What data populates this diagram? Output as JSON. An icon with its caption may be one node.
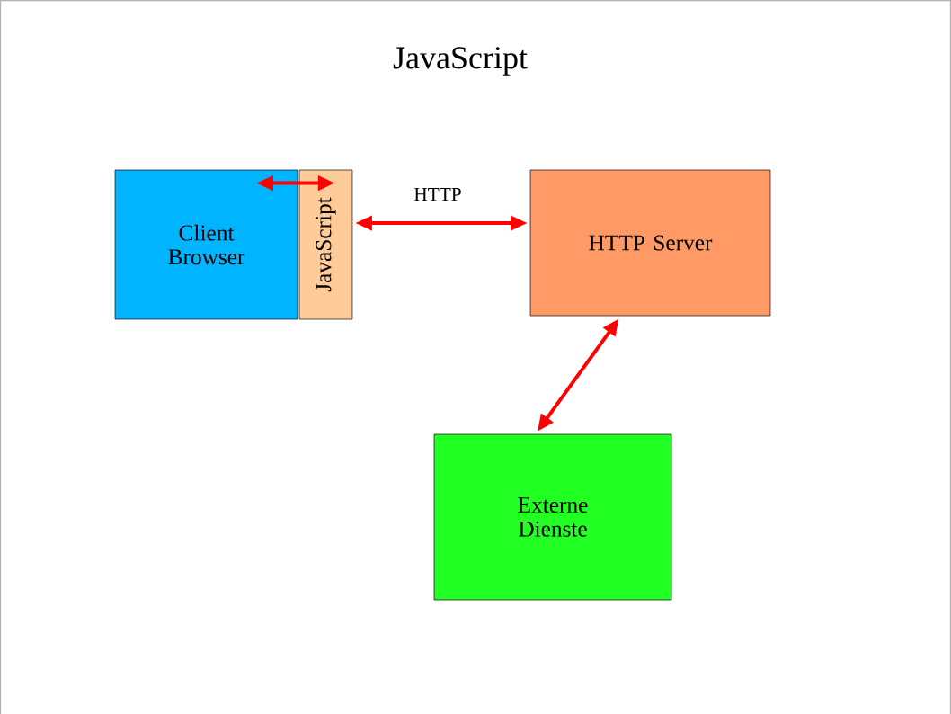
{
  "diagram": {
    "title": "JavaScript",
    "nodes": [
      {
        "text": [
          "Client Browser"
        ]
      },
      {
        "text": [
          "JavaScript"
        ]
      },
      {
        "text": [
          "HTTP Server"
        ]
      },
      {
        "text": [
          "Externe Dienste"
        ]
      }
    ],
    "edges": [
      {
        "from": 0,
        "to": 1,
        "arrow": "both"
      },
      {
        "from": 1,
        "to": 2,
        "arrow": "both",
        "label": "HTTP"
      },
      {
        "from": 2,
        "to": 3,
        "arrow": "both"
      }
    ]
  }
}
